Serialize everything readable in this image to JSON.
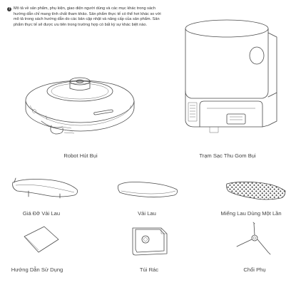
{
  "note": {
    "icon": "info-icon",
    "text": "Mô tả về sản phẩm, phụ kiện, giao diện người dùng và các mục khác trong sách hướng dẫn chỉ mang tính chất tham khảo. Sản phẩm thực tế có thể hơi khác so với mô tả trong sách hướng dẫn do các bản cập nhật và nâng cấp của sản phẩm. Sản phẩm thực tế sẽ được ưu tiên trong trường hợp có bất kỳ sự khác biệt nào."
  },
  "items": {
    "robot": "Robot Hút Bụi",
    "dock": "Trạm Sạc Thu Gom Bụi",
    "mop_holder": "Giá Đỡ Vải Lau",
    "mop": "Vải Lau",
    "disposable_mop": "Miếng Lau Dùng Một Lần",
    "guide": "Hướng Dẫn Sử Dụng",
    "bag": "Túi Rác",
    "brush": "Chổi Phụ"
  }
}
